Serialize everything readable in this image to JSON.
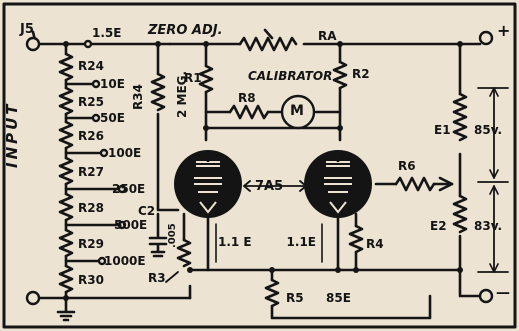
{
  "terminals": {
    "input": "J5",
    "plus": "+",
    "minus": "—"
  },
  "input_label": "INPUT",
  "zero_adj": "ZERO ADJ.",
  "calibrator": "CALIBRATOR",
  "meter": "M",
  "tube": "7A5",
  "resistors": {
    "r1": "R1",
    "r2": "R2",
    "r3": "R3",
    "r4": "R4",
    "r5": "R5",
    "r6": "R6",
    "r8": "R8",
    "r24": "R24",
    "r25": "R25",
    "r26": "R26",
    "r27": "R27",
    "r28": "R28",
    "r29": "R29",
    "r30": "R30",
    "r34": "R34",
    "ra": "RA",
    "e1": "E1",
    "e2": "E2"
  },
  "capacitor": {
    "name": "C2",
    "value": ".005"
  },
  "values": {
    "r34": "2 MEG.",
    "e1": "85v.",
    "e2": "83v.",
    "cathode_left": "1.1 E",
    "cathode_right": "1.1E",
    "r5": "85E"
  },
  "ranges": [
    "1.5E",
    "10E",
    "50E",
    "100E",
    "250E",
    "500E",
    "1000E"
  ]
}
